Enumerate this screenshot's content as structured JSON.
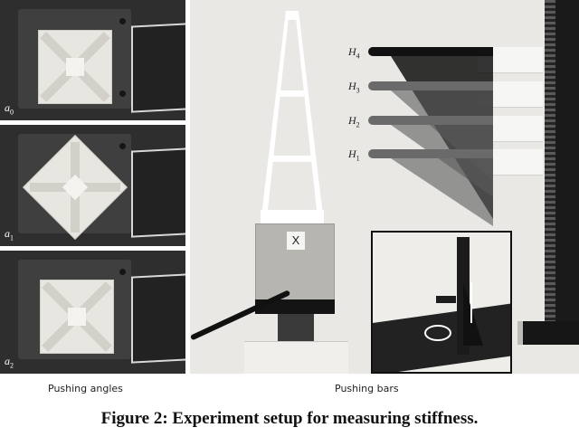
{
  "figure": {
    "caption": "Figure 2: Experiment setup for measuring stiffness.",
    "left_section": {
      "sublabel": "Pushing angles",
      "panels": [
        {
          "label_base": "a",
          "label_sub": "0",
          "description": "cube pushed face-on"
        },
        {
          "label_base": "a",
          "label_sub": "1",
          "description": "cube rotated 45 degrees"
        },
        {
          "label_base": "a",
          "label_sub": "2",
          "description": "cube pushed face-on, flipped"
        }
      ]
    },
    "right_section": {
      "sublabel": "Pushing bars",
      "housing_label": "X",
      "bar_heights": [
        {
          "label_base": "H",
          "label_sub": "4"
        },
        {
          "label_base": "H",
          "label_sub": "3"
        },
        {
          "label_base": "H",
          "label_sub": "2"
        },
        {
          "label_base": "H",
          "label_sub": "1"
        }
      ]
    }
  },
  "colors": {
    "panel_bg": "#2e2e2e",
    "photo_bg": "#e9e8e4",
    "bar_dark": "#111111",
    "bar_mid": "#6a6a6a"
  }
}
